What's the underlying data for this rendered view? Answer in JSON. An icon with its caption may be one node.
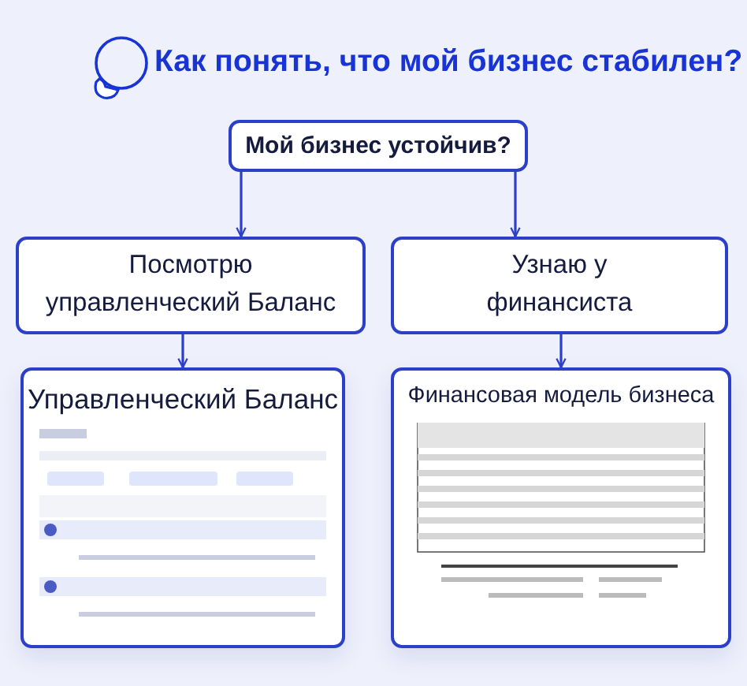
{
  "diagram": {
    "title": "Как понять, что мой бизнес стабилен?",
    "nodes": [
      {
        "text": [
          "Мой бизнес устойчив?"
        ]
      },
      {
        "text": [
          "Посмотрю управленческий Баланс"
        ]
      },
      {
        "text": [
          "Узнаю у финансиста"
        ]
      },
      {
        "text": [
          "Управленческий Баланс"
        ]
      },
      {
        "text": [
          "Финансовая модель бизнеса"
        ]
      }
    ],
    "edges": [
      {
        "from": 0,
        "to": 1,
        "arrow": "to"
      },
      {
        "from": 0,
        "to": 2,
        "arrow": "to"
      },
      {
        "from": 1,
        "to": 3,
        "arrow": "to"
      },
      {
        "from": 2,
        "to": 4,
        "arrow": "to"
      }
    ]
  }
}
